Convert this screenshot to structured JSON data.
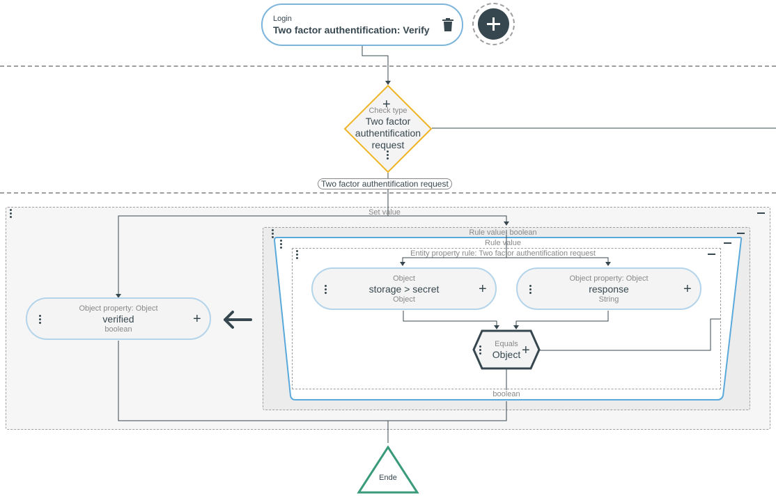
{
  "top_node": {
    "type_label": "Login",
    "title": "Two factor authentification: Verify"
  },
  "check_node": {
    "type_label": "Check type",
    "line1": "Two factor",
    "line2": "authentification",
    "line3": "request",
    "plus": "+"
  },
  "edge_label": "Two factor authentification request",
  "set_value": {
    "label": "Set value"
  },
  "rule_value_boolean": {
    "label": "Rule value: boolean"
  },
  "rule_value": {
    "label": "Rule value",
    "output_type": "boolean"
  },
  "entity_rule": {
    "label": "Entity property rule: Two factor authentification request"
  },
  "node_storage": {
    "type_label": "Object",
    "title": "storage > secret",
    "subtype": "Object",
    "plus": "+"
  },
  "node_response": {
    "type_label": "Object property: Object",
    "title": "response",
    "subtype": "String",
    "plus": "+"
  },
  "node_verified": {
    "type_label": "Object property: Object",
    "title": "verified",
    "subtype": "boolean",
    "plus": "+"
  },
  "node_equals": {
    "type_label": "Equals",
    "title": "Object",
    "plus": "+"
  },
  "end_node": {
    "label": "Ende"
  },
  "colors": {
    "accent_blue": "#5aa9dc",
    "diamond_border": "#f0b323",
    "end_green": "#3a9b7a",
    "dark": "#37474f"
  },
  "icons": {
    "delete": "trash-icon",
    "add": "add-circle-icon",
    "arrow": "arrow-left-icon"
  }
}
